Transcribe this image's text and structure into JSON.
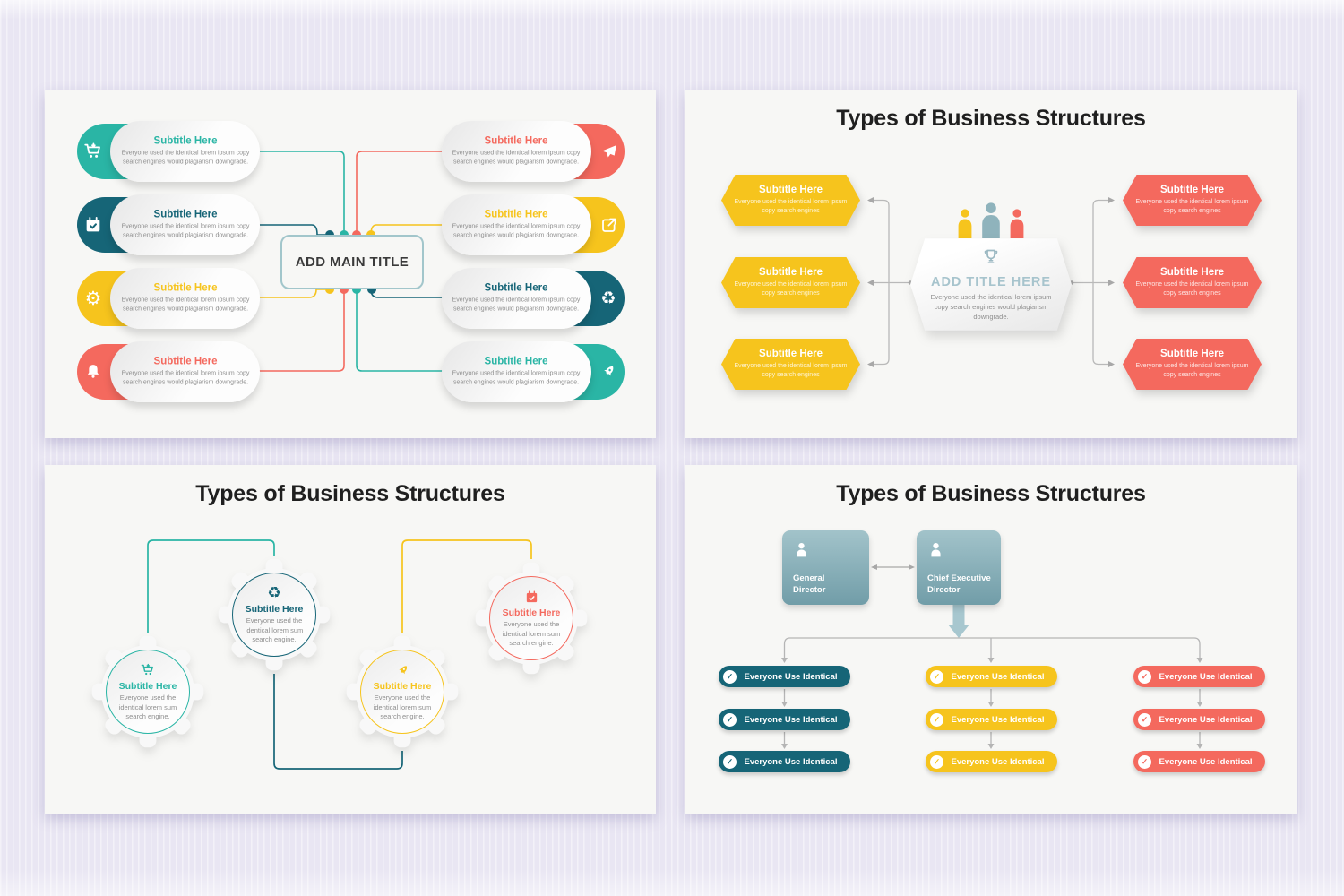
{
  "page": {
    "background": "#e9e6f3",
    "slide_background": "#f7f7f5"
  },
  "palette": {
    "teal": "#2ab5a5",
    "dark_teal": "#166577",
    "yellow": "#f6c41d",
    "coral_red": "#f4695e",
    "steel_gradient_top": "#a2c3ca",
    "steel_gradient_bottom": "#719da8",
    "steel_text": "#a7c4cd",
    "line_gray": "#b9b9b9",
    "body_text_gray": "#8f8f8f",
    "title_dark": "#1f1f1f"
  },
  "slide1": {
    "main_title": "ADD MAIN TITLE",
    "items": [
      {
        "side": "left",
        "icon": "cart-icon",
        "color": "#2ab5a5",
        "title": "Subtitle Here",
        "body": "Everyone used the identical lorem ipsum copy search engines would plagiarism downgrade."
      },
      {
        "side": "left",
        "icon": "calendar-check-icon",
        "color": "#166577",
        "title": "Subtitle Here",
        "body": "Everyone used the identical lorem ipsum copy search engines would plagiarism downgrade."
      },
      {
        "side": "left",
        "icon": "gear-icon",
        "color": "#f6c41d",
        "title": "Subtitle Here",
        "body": "Everyone used the identical lorem ipsum copy search engines would plagiarism downgrade."
      },
      {
        "side": "left",
        "icon": "bell-icon",
        "color": "#f4695e",
        "title": "Subtitle Here",
        "body": "Everyone used the identical lorem ipsum copy search engines would plagiarism downgrade."
      },
      {
        "side": "right",
        "icon": "paper-plane-icon",
        "color": "#f4695e",
        "title": "Subtitle Here",
        "body": "Everyone used the identical lorem ipsum copy search engines would plagiarism downgrade."
      },
      {
        "side": "right",
        "icon": "share-icon",
        "color": "#f6c41d",
        "title": "Subtitle Here",
        "body": "Everyone used the identical lorem ipsum copy search engines would plagiarism downgrade."
      },
      {
        "side": "right",
        "icon": "recycle-icon",
        "color": "#166577",
        "title": "Subtitle Here",
        "body": "Everyone used the identical lorem ipsum copy search engines would plagiarism downgrade."
      },
      {
        "side": "right",
        "icon": "rocket-icon",
        "color": "#2ab5a5",
        "title": "Subtitle Here",
        "body": "Everyone used the identical lorem ipsum copy search engines would plagiarism downgrade."
      }
    ]
  },
  "slide2": {
    "title": "Types of Business Structures",
    "center": {
      "icon": "trophy-icon",
      "people_icon": "people-group-icon",
      "title": "ADD TITLE HERE",
      "body": "Everyone used the identical lorem ipsum copy search engines would plagiarism downgrade."
    },
    "left_items": [
      {
        "color": "#f6c41d",
        "title": "Subtitle Here",
        "body": "Everyone used the identical lorem ipsum copy search engines"
      },
      {
        "color": "#f6c41d",
        "title": "Subtitle Here",
        "body": "Everyone used the identical lorem ipsum copy search engines"
      },
      {
        "color": "#f6c41d",
        "title": "Subtitle Here",
        "body": "Everyone used the identical lorem ipsum copy search engines"
      }
    ],
    "right_items": [
      {
        "color": "#f4695e",
        "title": "Subtitle Here",
        "body": "Everyone used the identical lorem ipsum copy search engines"
      },
      {
        "color": "#f4695e",
        "title": "Subtitle Here",
        "body": "Everyone used the identical lorem ipsum copy search engines"
      },
      {
        "color": "#f4695e",
        "title": "Subtitle Here",
        "body": "Everyone used the identical lorem ipsum copy search engines"
      }
    ]
  },
  "slide3": {
    "title": "Types of Business Structures",
    "items": [
      {
        "icon": "cart-icon",
        "color": "#2ab5a5",
        "title": "Subtitle Here",
        "body": "Everyone used the identical lorem sum search engine."
      },
      {
        "icon": "recycle-icon",
        "color": "#166577",
        "title": "Subtitle Here",
        "body": "Everyone used the identical lorem sum search engine."
      },
      {
        "icon": "rocket-icon",
        "color": "#f6c41d",
        "title": "Subtitle Here",
        "body": "Everyone used the identical lorem sum search engine."
      },
      {
        "icon": "calendar-check-icon",
        "color": "#f4695e",
        "title": "Subtitle Here",
        "body": "Everyone used the identical lorem sum search engine."
      }
    ]
  },
  "slide4": {
    "title": "Types of Business Structures",
    "boxes": [
      {
        "icon": "person-icon",
        "label": "General Director"
      },
      {
        "icon": "person-icon",
        "label": "Chief Executive Director"
      }
    ],
    "columns": [
      {
        "color": "#166577",
        "check_icon": "check-circle-icon",
        "pills": [
          "Everyone Use Identical",
          "Everyone Use Identical",
          "Everyone Use Identical"
        ]
      },
      {
        "color": "#f6c41d",
        "check_icon": "check-circle-icon",
        "pills": [
          "Everyone Use Identical",
          "Everyone Use Identical",
          "Everyone Use Identical"
        ]
      },
      {
        "color": "#f4695e",
        "check_icon": "check-circle-icon",
        "pills": [
          "Everyone Use Identical",
          "Everyone Use Identical",
          "Everyone Use Identical"
        ]
      }
    ]
  }
}
